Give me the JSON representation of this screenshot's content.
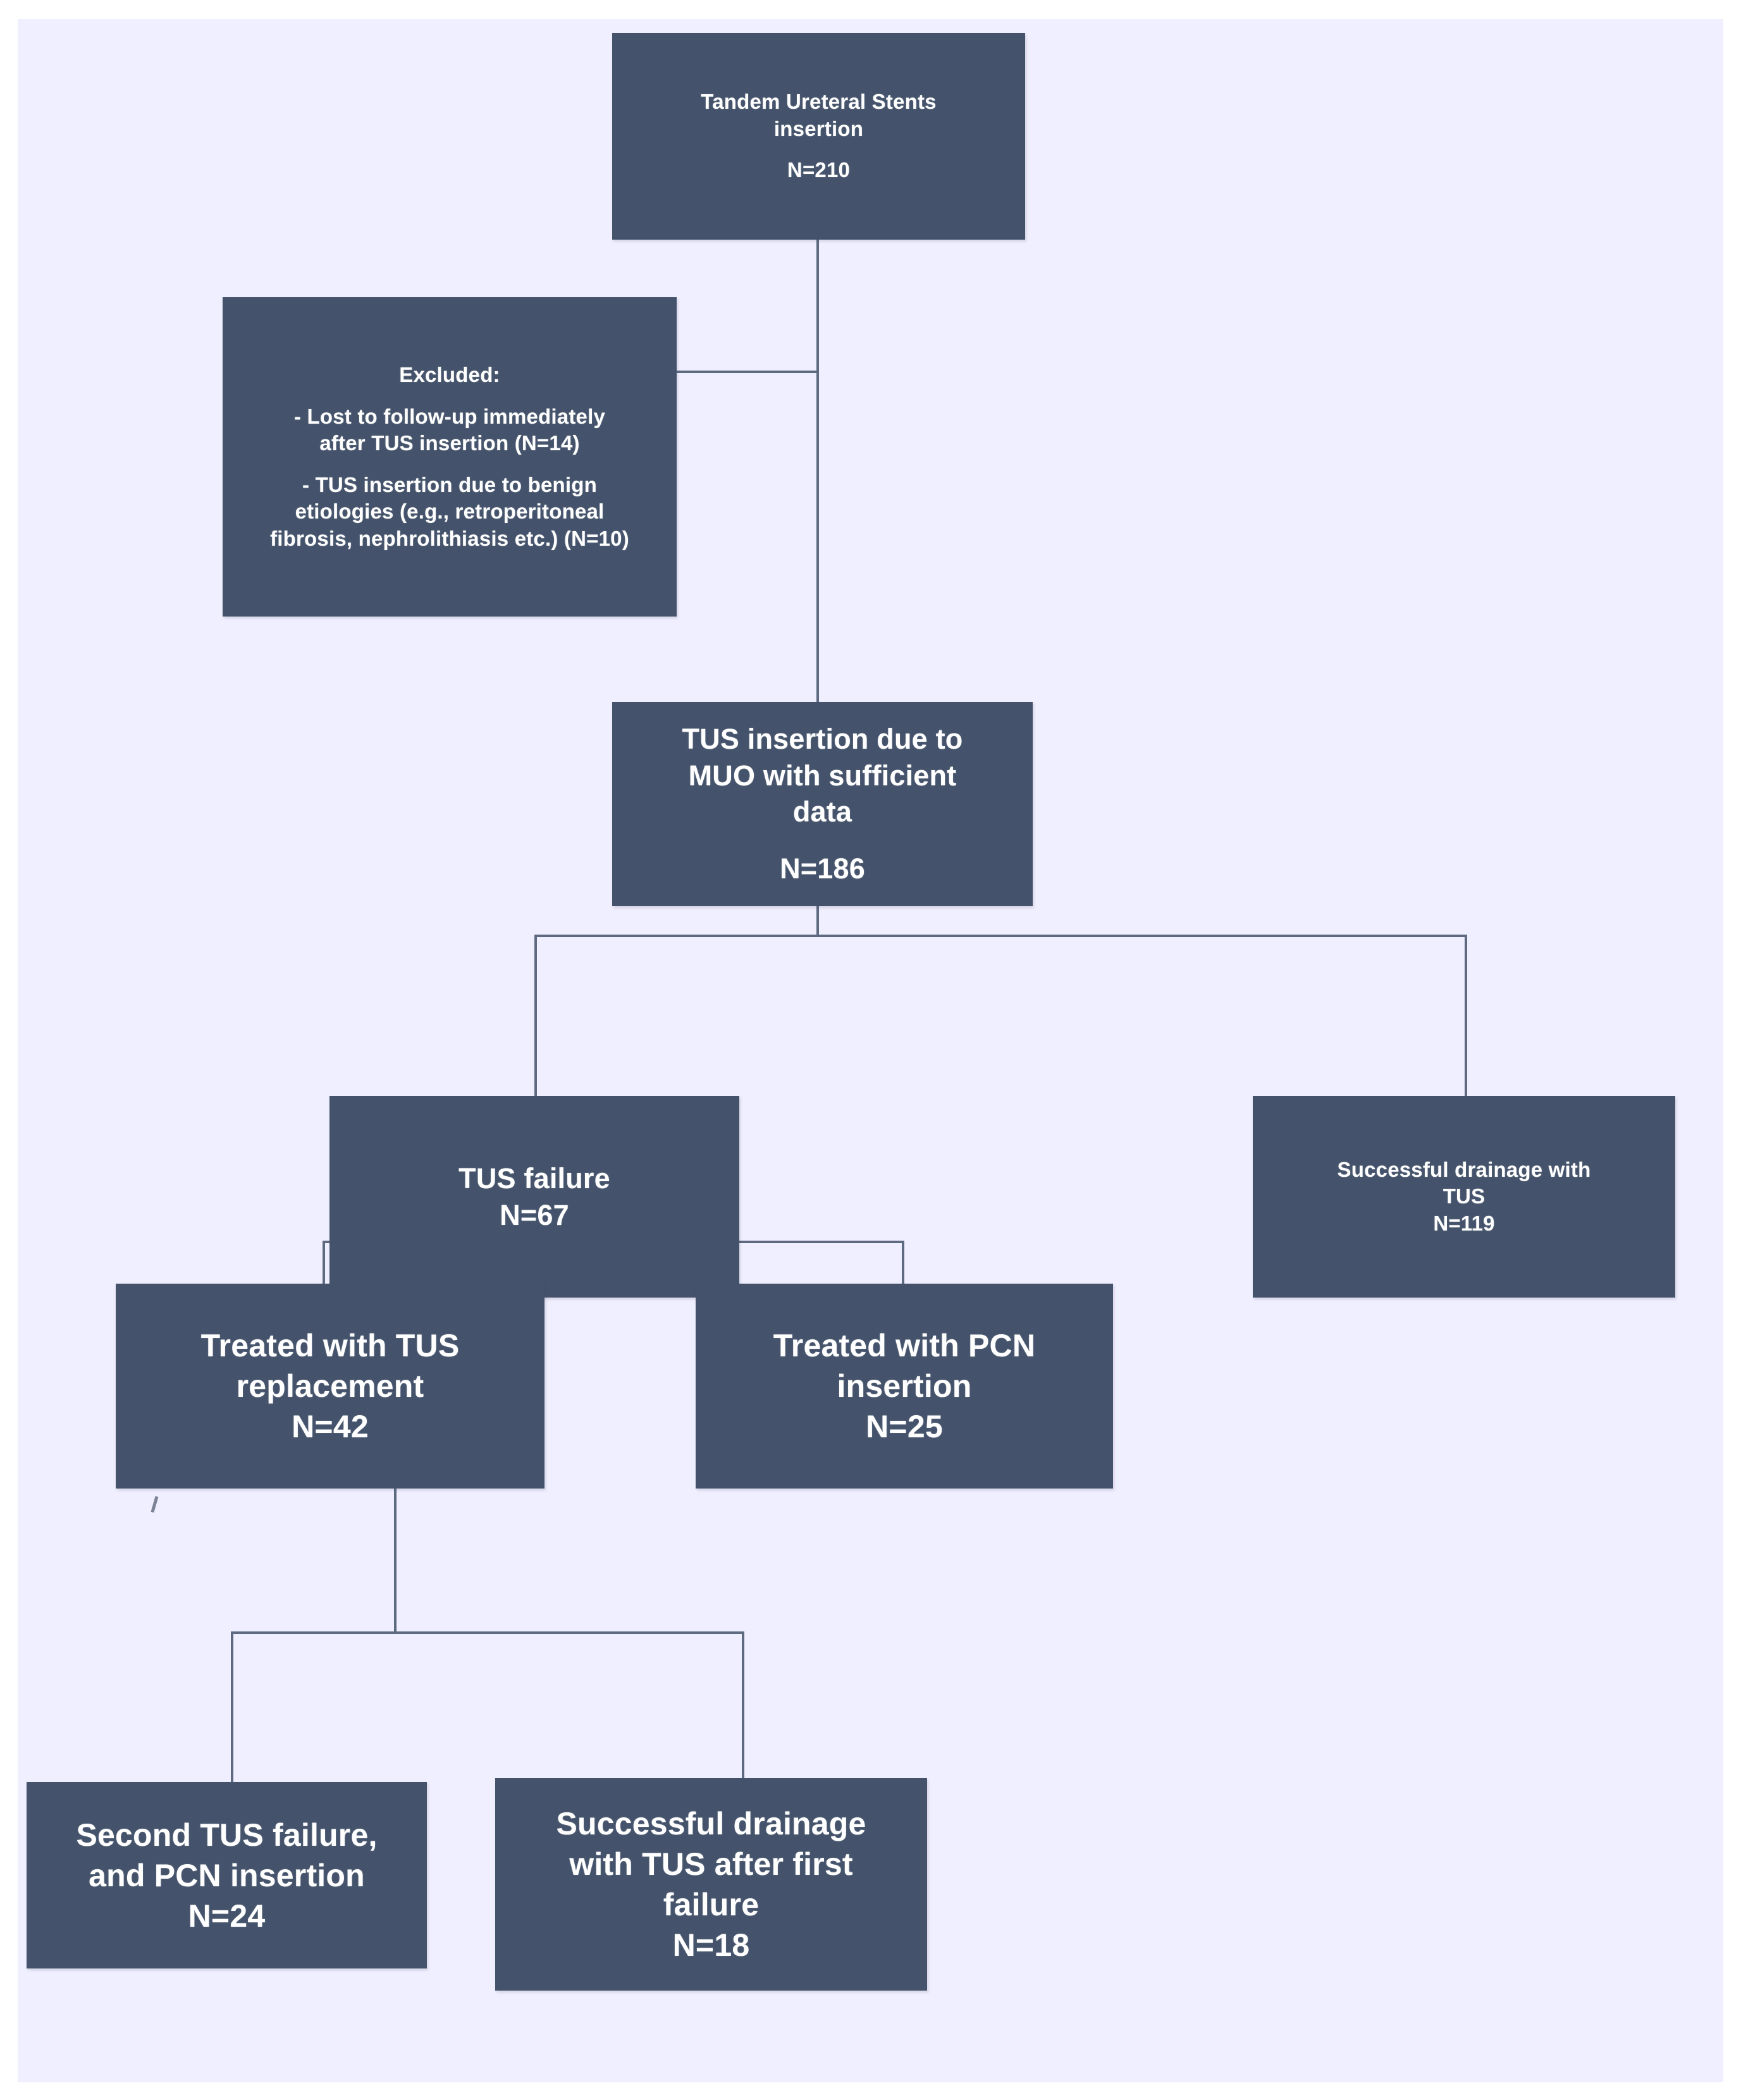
{
  "figure": {
    "kind": "patient-flow-diagram",
    "background_color": "#f0efff",
    "node_color": "#44536b",
    "node_text_color": "#ffffff",
    "connector_color": "#5e6a80"
  },
  "nodes": {
    "root": {
      "id": "tandem-ureteral-stents-insertion",
      "line1": "Tandem Ureteral Stents",
      "line2": "insertion",
      "count": "N=210"
    },
    "excluded": {
      "id": "excluded",
      "heading": "Excluded:",
      "item1_line1": "- Lost to follow-up immediately",
      "item1_line2": "after TUS insertion (N=14)",
      "item2_line1": "- TUS insertion due to benign",
      "item2_line2": "etiologies (e.g., retroperitoneal",
      "item2_line3": "fibrosis, nephrolithiasis etc.) (N=10)"
    },
    "muo": {
      "id": "tus-insertion-due-to-muo",
      "line1": "TUS insertion due to",
      "line2": "MUO with sufficient",
      "line3": "data",
      "count": "N=186"
    },
    "tus_failure": {
      "id": "tus-failure",
      "line1": "TUS failure",
      "count": "N=67"
    },
    "successful_drainage_tus": {
      "id": "successful-drainage-with-tus",
      "line1": "Successful drainage with",
      "line2": "TUS",
      "count": "N=119"
    },
    "treated_tus_replacement": {
      "id": "treated-with-tus-replacement",
      "line1": "Treated with TUS",
      "line2": "replacement",
      "count": "N=42"
    },
    "treated_pcn_insertion": {
      "id": "treated-with-pcn-insertion",
      "line1": "Treated with PCN",
      "line2": "insertion",
      "count": "N=25"
    },
    "second_failure_pcn": {
      "id": "second-tus-failure-and-pcn-insertion",
      "line1": "Second TUS failure,",
      "line2": "and PCN insertion",
      "count": "N=24"
    },
    "successful_after_first_failure": {
      "id": "successful-drainage-with-tus-after-first-failure",
      "line1": "Successful drainage",
      "line2": "with TUS after first",
      "line3": "failure",
      "count": "N=18"
    }
  },
  "flow": {
    "edges": [
      {
        "from": "root",
        "to": "muo",
        "label": ""
      },
      {
        "from": "root",
        "to": "excluded",
        "label": ""
      },
      {
        "from": "muo",
        "to": "tus_failure",
        "label": ""
      },
      {
        "from": "muo",
        "to": "successful_drainage_tus",
        "label": ""
      },
      {
        "from": "tus_failure",
        "to": "treated_tus_replacement",
        "label": ""
      },
      {
        "from": "tus_failure",
        "to": "treated_pcn_insertion",
        "label": ""
      },
      {
        "from": "treated_tus_replacement",
        "to": "second_failure_pcn",
        "label": ""
      },
      {
        "from": "treated_tus_replacement",
        "to": "successful_after_first_failure",
        "label": ""
      }
    ]
  }
}
